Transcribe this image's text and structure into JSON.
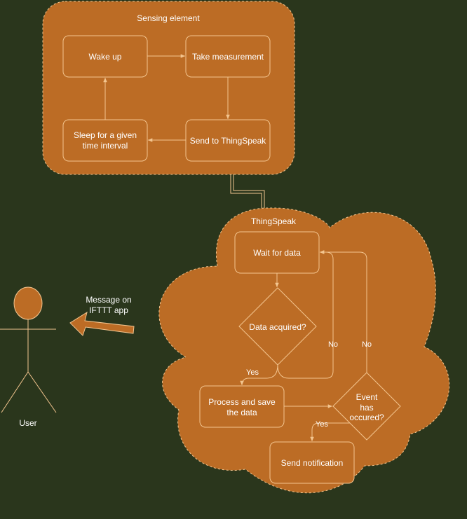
{
  "colors": {
    "background": "#2a361c",
    "fill": "#bc6c25",
    "stroke": "#f3c58f",
    "text": "#ffffff"
  },
  "sensing": {
    "title": "Sensing element",
    "wake_up": "Wake up",
    "take_measurement": "Take measurement",
    "send_thingspeak": "Send to ThingSpeak",
    "sleep_line1": "Sleep for a given",
    "sleep_line2": "time interval"
  },
  "cloud": {
    "title": "ThingSpeak",
    "wait": "Wait for data",
    "data_acquired": "Data acquired?",
    "process_line1": "Process and save",
    "process_line2": "the data",
    "event_line1": "Event",
    "event_line2": "has",
    "event_line3": "occured?",
    "send_notification": "Send notification",
    "yes_1": "Yes",
    "yes_2": "Yes",
    "no_1": "No",
    "no_2": "No"
  },
  "message": {
    "line1": "Message on",
    "line2": "IFTTT app"
  },
  "user": {
    "label": "User"
  }
}
